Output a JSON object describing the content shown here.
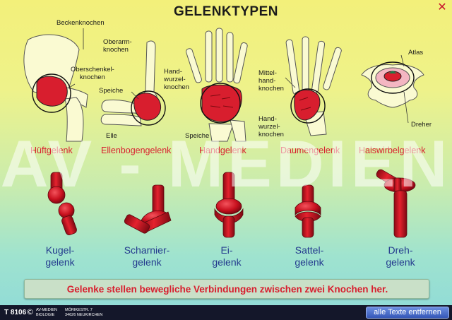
{
  "title": "GELENKTYPEN",
  "icons": {
    "close": "close-icon"
  },
  "colors": {
    "accent": "#d81e2e",
    "joint_text": "#243b8e",
    "footer_bg": "#14172a"
  },
  "bone_labels": {
    "beckenknochen": "Beckenknochen",
    "oberschenkelknochen": [
      "Oberschenkel-",
      "knochen"
    ],
    "oberarmknochen": [
      "Oberarm-",
      "knochen"
    ],
    "speiche_arm": "Speiche",
    "elle": "Elle",
    "handwurzelknochen_hand": [
      "Hand-",
      "wurzel-",
      "knochen"
    ],
    "speiche_hand": "Speiche",
    "mittelhandknochen": [
      "Mittel-",
      "hand-",
      "knochen"
    ],
    "handwurzelknochen_daumen": [
      "Hand-",
      "wurzel-",
      "knochen"
    ],
    "atlas": "Atlas",
    "dreher": "Dreher"
  },
  "joints": [
    "Hüftgelenk",
    "Ellenbogengelenk",
    "Handgelenk",
    "Daumengelenk",
    "Halswirbelgelenk"
  ],
  "joint_types": [
    [
      "Kugel-",
      "gelenk"
    ],
    [
      "Scharnier-",
      "gelenk"
    ],
    [
      "Ei-",
      "gelenk"
    ],
    [
      "Sattel-",
      "gelenk"
    ],
    [
      "Dreh-",
      "gelenk"
    ]
  ],
  "watermark": "AV - MEDIEN",
  "statement": "Gelenke stellen bewegliche Verbindungen zwischen zwei Knochen her.",
  "footer": {
    "code": "T 8106",
    "copyright": "©",
    "publisher": [
      "AV-MEDIEN",
      "BIOLOGIE"
    ],
    "address": [
      "MÖRIKESTR. 7",
      "34626  NEUKIRCHEN"
    ],
    "remove_button": "alle Texte entfernen"
  }
}
